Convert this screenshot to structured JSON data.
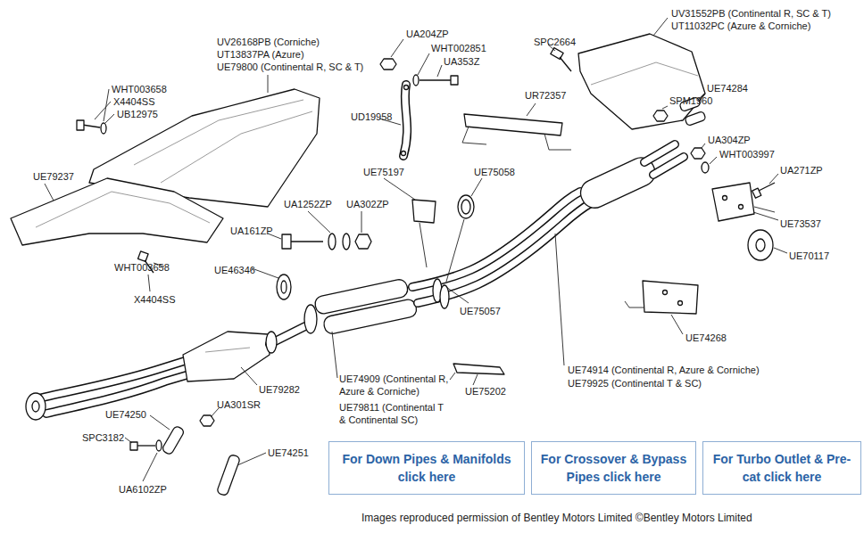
{
  "diagram": {
    "nodes": [
      {
        "text": [
          "For Down Pipes & Manifolds click here"
        ]
      },
      {
        "text": [
          "For Crossover & Bypass Pipes click here"
        ]
      },
      {
        "text": [
          "For Turbo Outlet & Pre-cat click here"
        ]
      }
    ],
    "labels": [
      "UV31552PB (Continental R, SC & T)",
      "UT11032PC (Azure & Corniche)",
      "SPC2664",
      "UV26168PB (Corniche)",
      "UT13837PA (Azure)",
      "UE79800 (Continental R, SC & T)",
      "UA204ZP",
      "WHT002851",
      "UA353Z",
      "WHT003658",
      "X4404SS",
      "UB12975",
      "UD19958",
      "UR72357",
      "SPM1960",
      "UE74284",
      "UA304ZP",
      "WHT003997",
      "UA271ZP",
      "UE73537",
      "UE70117",
      "UE79237",
      "UE75197",
      "UE75058",
      "UA1252ZP",
      "UA302ZP",
      "UA161ZP",
      "UE46346",
      "WHT003658",
      "X4404SS",
      "UE75057",
      "UE74268",
      "UE79282",
      "UE74909 (Continental R, Azure & Corniche)",
      "UE79811 (Continental T & Continental SC)",
      "UE74914 (Continental R, Azure & Corniche)",
      "UE79925 (Continental T & SC)",
      "UE75202",
      "UE74250",
      "UA301SR",
      "SPC3182",
      "UE74251",
      "UA6102ZP",
      "Images reproduced permission of Bentley Motors Limited ©Bentley Motors Limited"
    ]
  }
}
